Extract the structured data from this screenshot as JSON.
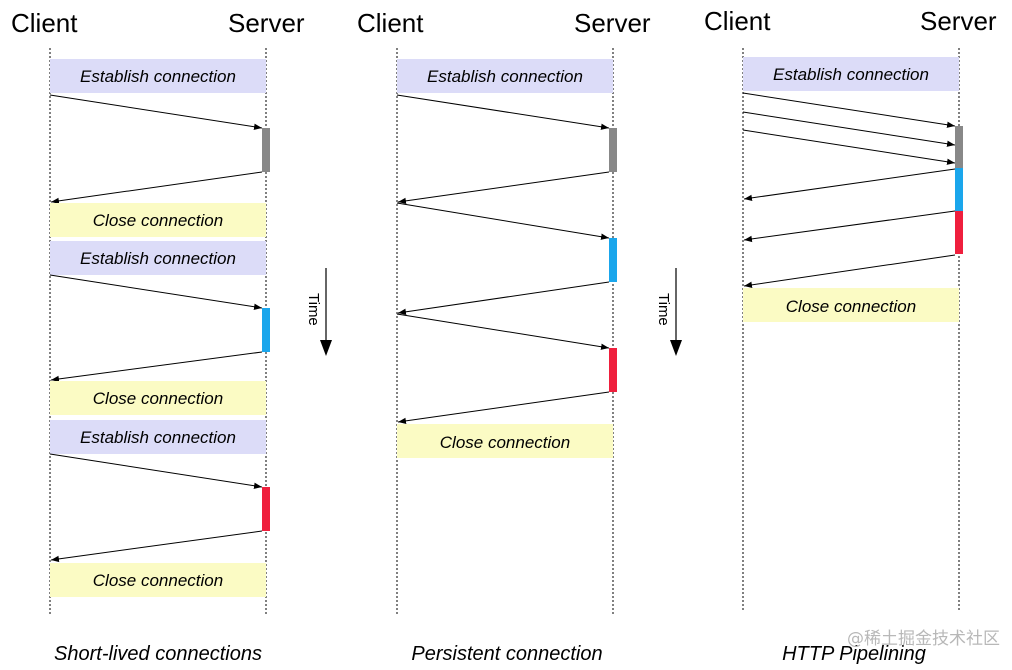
{
  "headers": {
    "client": "Client",
    "server": "Server"
  },
  "labels": {
    "establish": "Establish connection",
    "close": "Close connection"
  },
  "time_label": "Time",
  "captions": {
    "short_lived": "Short-lived connections",
    "persistent": "Persistent connection",
    "pipelining": "HTTP Pipelining"
  },
  "watermark": "@稀土掘金技术社区",
  "colors": {
    "establish_bg": "#dcdcf8",
    "close_bg": "#fbfbc4",
    "processing_gray": "#888888",
    "processing_blue": "#1aa6ec",
    "processing_red": "#ef1f3d"
  }
}
